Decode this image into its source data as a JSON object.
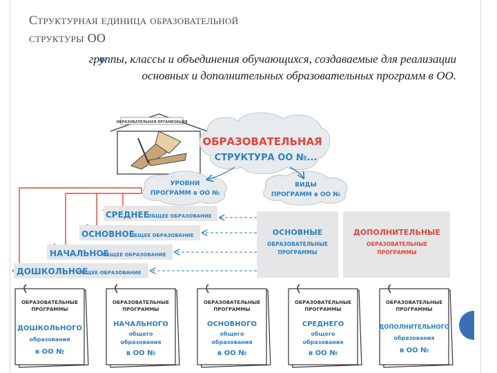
{
  "slide": {
    "title_line1": "Структурная единица образовательной",
    "title_line2": "структуры ОО",
    "bullet_text": "группы, классы и объединения обучающихся, создаваемые для реализации основных и дополнительных образовательных программ в ОО."
  },
  "diagram": {
    "house_label": "ОБРАЗОВАТЕЛЬНАЯ ОРГАНИЗАЦИЯ",
    "cloud_main_1": "ОБРАЗОВАТЕЛЬНАЯ",
    "cloud_main_2": "СТРУКТУРА ОО №...",
    "cloud_levels_1": "УРОВНИ",
    "cloud_levels_2": "ПРОГРАММ в ОО №",
    "cloud_types_1": "ВИДЫ",
    "cloud_types_2": "ПРОГРАММ в ОО №",
    "levels": [
      {
        "main": "СРЕДНЕЕ",
        "sub": "ОБЩЕЕ ОБРАЗОВАНИЕ"
      },
      {
        "main": "ОСНОВНОЕ",
        "sub": "ОБЩЕЕ ОБРАЗОВАНИЕ"
      },
      {
        "main": "НАЧАЛЬНОЕ",
        "sub": "ОБЩЕЕ ОБРАЗОВАНИЕ"
      },
      {
        "main": "ДОШКОЛЬНОЕ",
        "sub": "ОБЩЕЕ ОБРАЗОВАНИЕ"
      }
    ],
    "types": [
      {
        "main": "ОСНОВНЫЕ",
        "sub1": "ОБРАЗОВАТЕЛЬНЫЕ",
        "sub2": "ПРОГРАММЫ"
      },
      {
        "main": "ДОПОЛНИТЕЛЬНЫЕ",
        "sub1": "ОБРАЗОВАТЕЛЬНЫЕ",
        "sub2": "ПРОГРАММЫ"
      }
    ],
    "papers": [
      {
        "head1": "ОБРАЗОВАТЕЛЬНЫЕ",
        "head2": "ПРОГРАММЫ",
        "l1": "ДОШКОЛЬНОГО",
        "l2": "образования",
        "l3": "в ОО №"
      },
      {
        "head1": "ОБРАЗОВАТЕЛЬНЫЕ",
        "head2": "ПРОГРАММЫ",
        "l1": "НАЧАЛЬНОГО",
        "l2": "общего",
        "l3": "образования",
        "l4": "в ОО №"
      },
      {
        "head1": "ОБРАЗОВАТЕЛЬНЫЕ",
        "head2": "ПРОГРАММЫ",
        "l1": "ОСНОВНОГО",
        "l2": "общего",
        "l3": "образования",
        "l4": "в ОО №"
      },
      {
        "head1": "ОБРАЗОВАТЕЛЬНЫЕ",
        "head2": "ПРОГРАММЫ",
        "l1": "СРЕДНЕГО",
        "l2": "общего",
        "l3": "образования",
        "l4": "в ОО №"
      },
      {
        "head1": "ОБРАЗОВАТЕЛЬНЫЕ",
        "head2": "ПРОГРАММЫ",
        "l1": "ДОПОЛНИТЕЛЬНОГО",
        "l2": "образования",
        "l3": "в ОО №"
      }
    ]
  },
  "colors": {
    "blue_text": "#2f7fc0",
    "red_line": "#e5443a",
    "cloud_fill": "#e7ebee",
    "gray_box": "#e4e6e8",
    "pager": "#3b6fb5"
  }
}
